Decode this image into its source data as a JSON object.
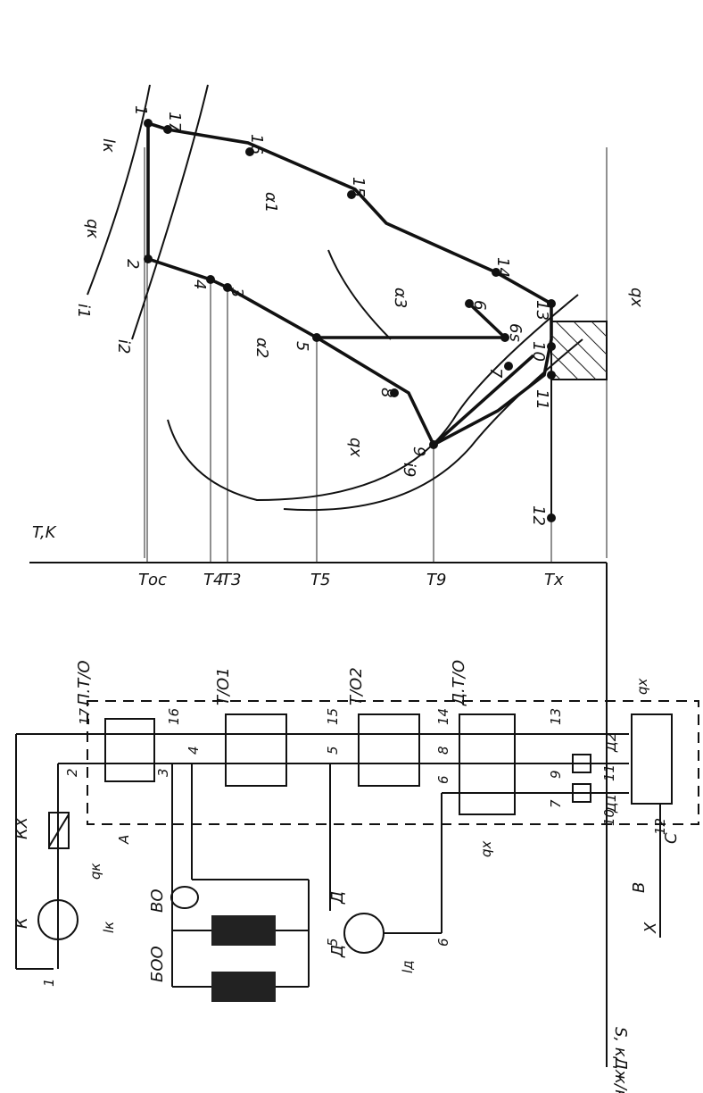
{
  "ts_diagram": {
    "axis_t": "T,K",
    "axis_s": "S, кДж/кг·K",
    "t_labels": [
      "Tос",
      "T4",
      "T3",
      "T5",
      "T9",
      "Tx"
    ],
    "point_labels": [
      "1",
      "2",
      "3",
      "4",
      "5",
      "6",
      "6s",
      "7",
      "8",
      "9",
      "10",
      "11",
      "12",
      "13",
      "14",
      "15",
      "16",
      "17"
    ],
    "annotations": {
      "qk": "qк",
      "lk": "lк",
      "qx_top": "qх",
      "qx_mid": "qх",
      "i1": "i1",
      "i2": "i2",
      "i9": "i9",
      "a1": "α1",
      "a2": "α2",
      "a3": "α3"
    }
  },
  "scheme": {
    "blocks": {
      "pto": "П.Т/О",
      "t01": "Т/О1",
      "t02": "Т/О2",
      "dto": "Д.Т/О",
      "c": "С"
    },
    "labels": {
      "k": "К",
      "kx": "КХ",
      "vo": "ВО",
      "boo": "БОО",
      "d": "Д",
      "d_small": "Д",
      "d1": "Д1",
      "d2": "Д2",
      "v": "В",
      "x": "Х",
      "a": "А",
      "qk": "qк",
      "lk": "lк",
      "ld": "lд",
      "qx_bot": "qх",
      "qx_top": "qх"
    },
    "node_numbers": [
      "1",
      "2",
      "3",
      "4",
      "5",
      "5",
      "6",
      "6",
      "7",
      "8",
      "9",
      "10",
      "11",
      "12",
      "13",
      "14",
      "15",
      "16",
      "17"
    ]
  }
}
